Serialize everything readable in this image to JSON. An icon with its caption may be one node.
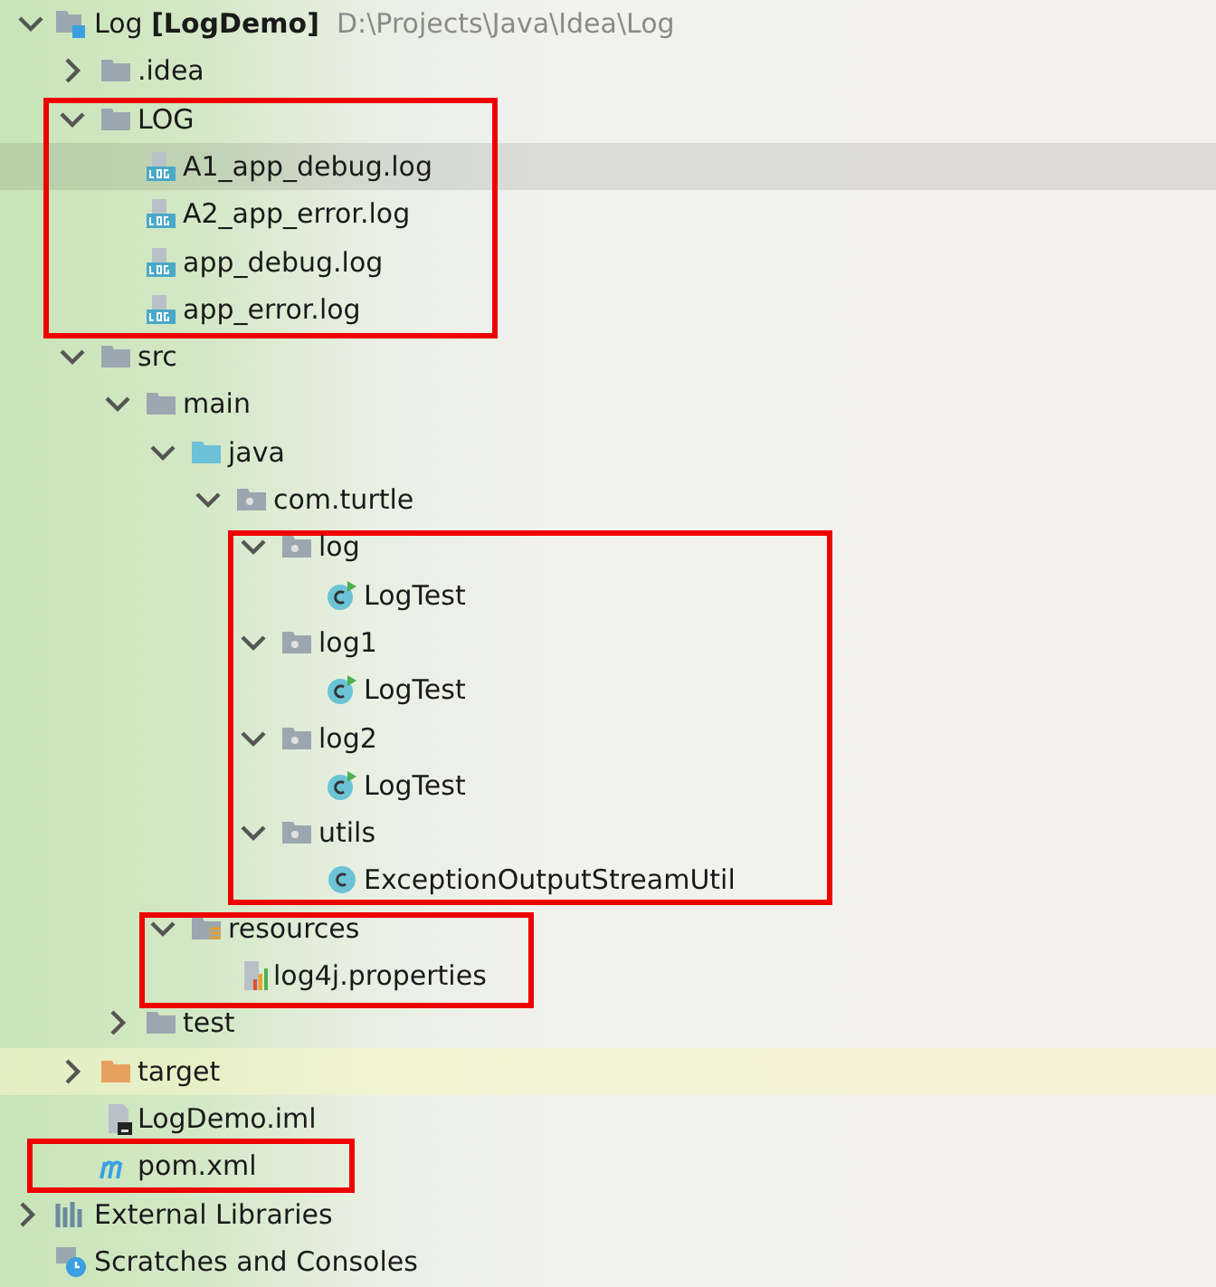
{
  "diagram": {
    "nodes": [
      {
        "text": [
          "LOG",
          "A1_app_debug.log",
          "A2_app_error.log",
          "app_debug.log",
          "app_error.log"
        ]
      },
      {
        "text": [
          "log",
          "LogTest",
          "log1",
          "LogTest",
          "log2",
          "LogTest",
          "utils",
          "ExceptionOutputStreamUtil"
        ]
      },
      {
        "text": [
          "resources",
          "log4j.properties"
        ]
      },
      {
        "text": [
          "pom.xml"
        ]
      }
    ],
    "labels": [
      "Log **[LogDemo]**",
      "D:\\Projects\\Java\\Idea\\Log",
      ".idea",
      "src",
      "main",
      "java",
      "com.turtle",
      "test",
      "target",
      "LogDemo.iml",
      "External Libraries",
      "Scratches and Consoles"
    ]
  }
}
